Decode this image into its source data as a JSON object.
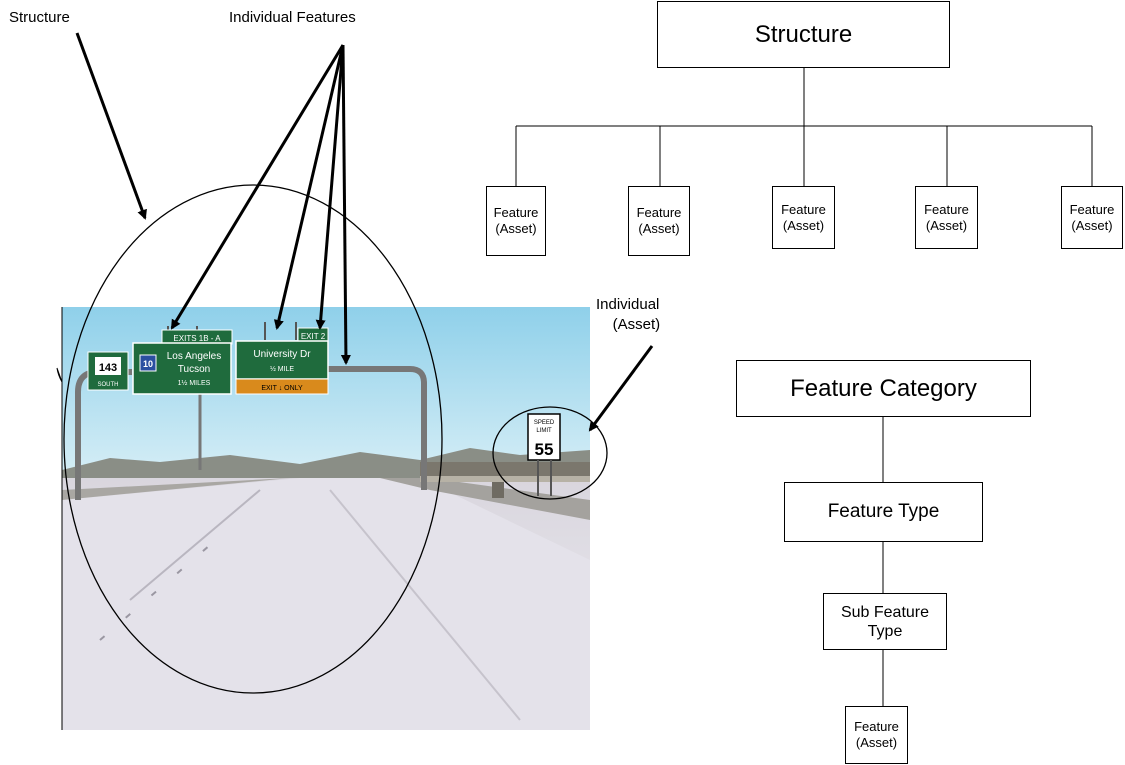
{
  "left_labels": {
    "structure": "Structure",
    "individual_features": "Individual Features",
    "individual_asset": "Individual\n    (Asset)"
  },
  "photo": {
    "signs": {
      "route_143": "143",
      "route_143_dir": "SOUTH",
      "route_10": "10",
      "la_line1": "Los Angeles",
      "la_line2": "Tucson",
      "la_line3": "1½ MILES",
      "exits_tab": "EXITS 1B - A",
      "univ_line1": "University Dr",
      "univ_line2": "½ MILE",
      "exit_tab": "EXIT 2",
      "exit_only": "EXIT ↓ ONLY",
      "speed_line1": "SPEED",
      "speed_line2": "LIMIT",
      "speed_value": "55"
    }
  },
  "tree_top": {
    "root": "Structure",
    "children": [
      "Feature\n(Asset)",
      "Feature\n(Asset)",
      "Feature\n(Asset)",
      "Feature\n(Asset)",
      "Feature\n(Asset)"
    ]
  },
  "tree_bottom": {
    "category": "Feature Category",
    "type": "Feature Type",
    "sub_type": "Sub Feature\nType",
    "asset": "Feature\n(Asset)"
  }
}
